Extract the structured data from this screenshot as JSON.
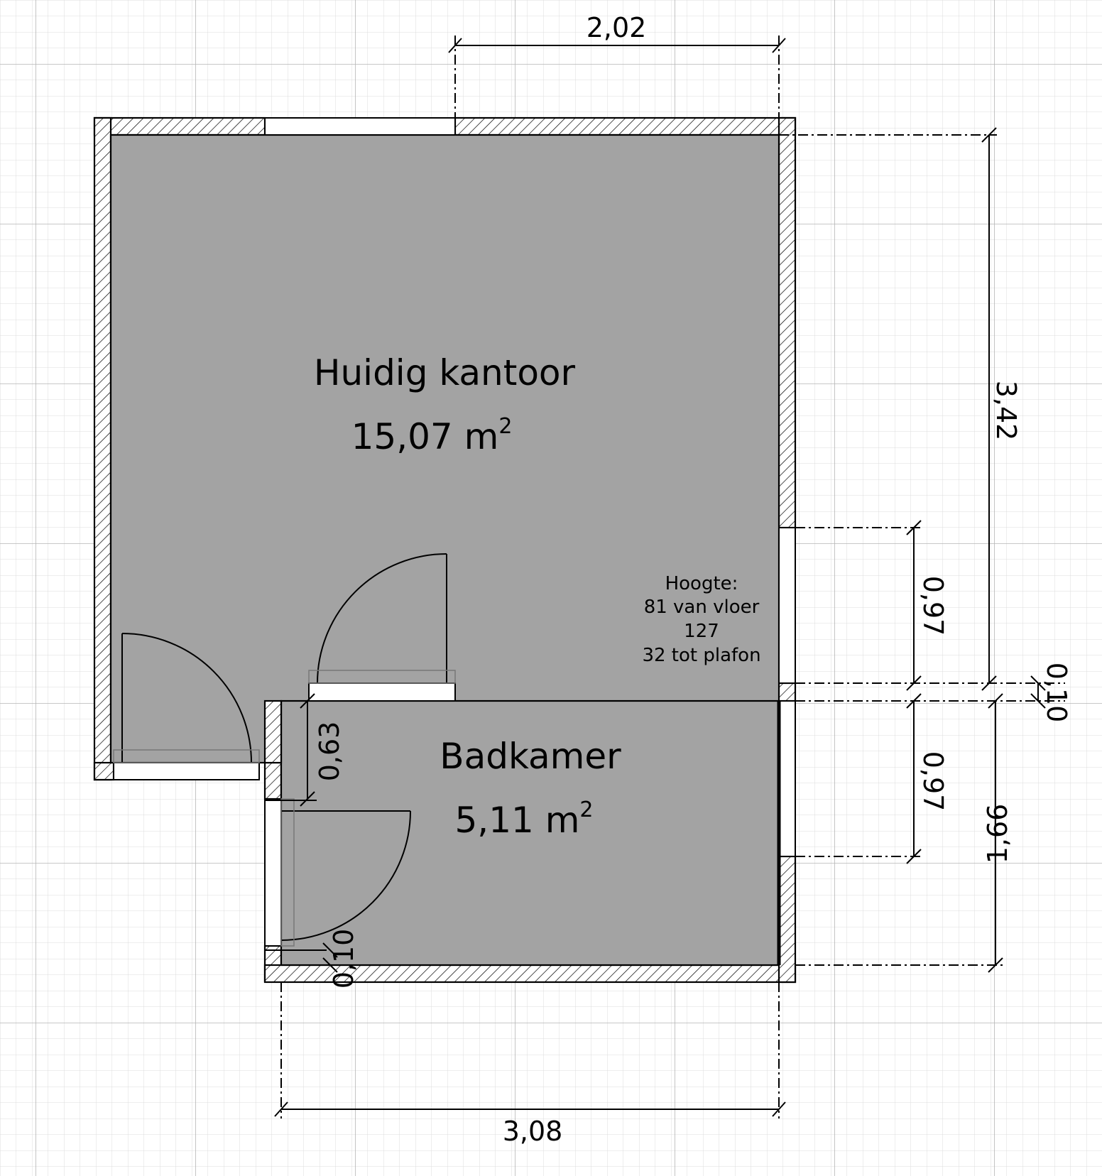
{
  "colors": {
    "floor": "#a3a3a3",
    "wall_outline": "#000000",
    "grid_minor": "#dcdcdc",
    "grid_major": "#bdbdbd",
    "background": "#ffffff"
  },
  "rooms": [
    {
      "name": "Huidig kantoor",
      "area_value": "15,07 m",
      "area_sup": "2"
    },
    {
      "name": "Badkamer",
      "area_value": "5,11 m",
      "area_sup": "2"
    }
  ],
  "dimensions": {
    "top_width": "2,02",
    "bottom_width": "3,08",
    "right_height": "3,42",
    "window_upper": "0,97",
    "window_lower": "0,97",
    "wall_thickness_right": "0,10",
    "bath_height": "1,66",
    "door_offset": "0,63",
    "wall_thickness_left": "0,10"
  },
  "window_note": {
    "line1": "Hoogte:",
    "line2": "81 van vloer",
    "line3": "127",
    "line4": "32 tot plafon"
  }
}
